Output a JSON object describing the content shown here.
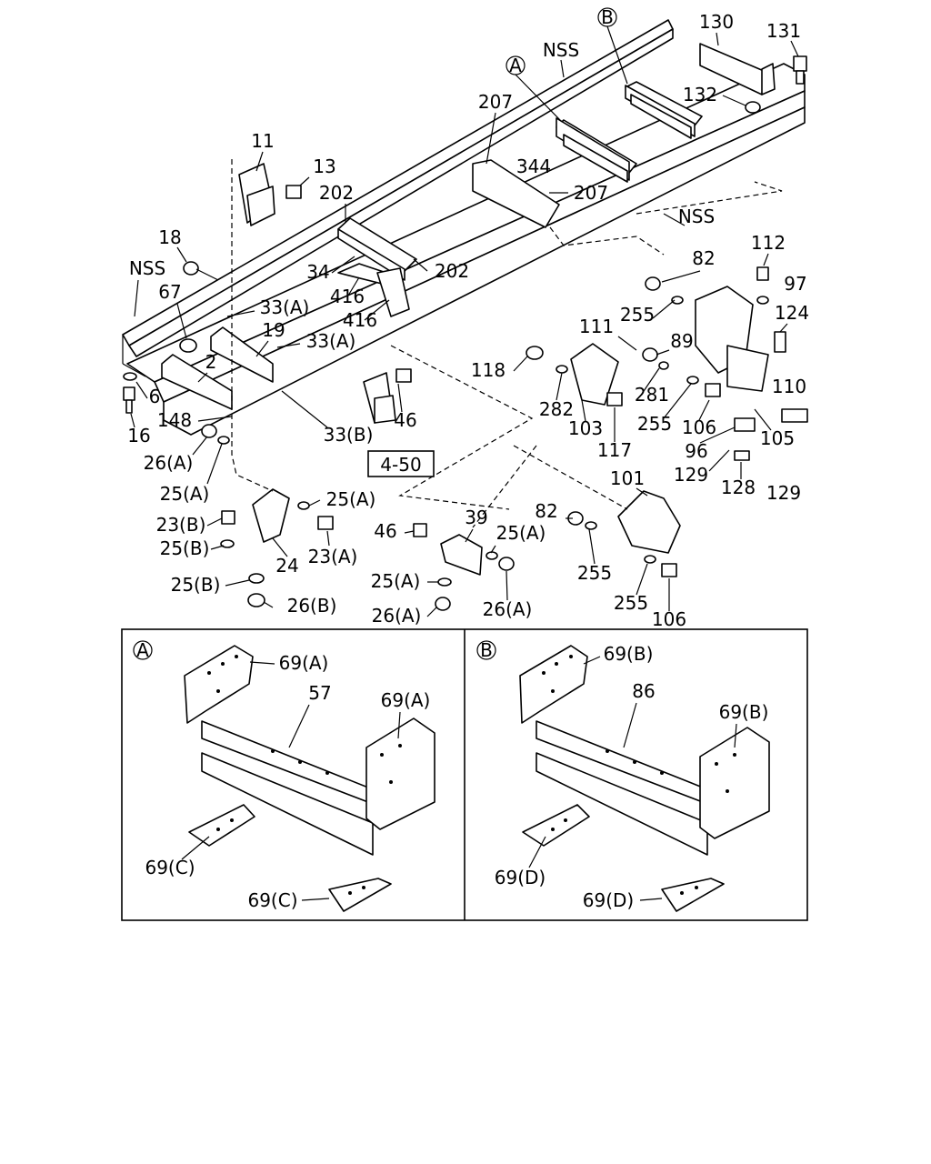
{
  "main_labels": [
    "B",
    "130",
    "131",
    "A",
    "NSS",
    "132",
    "207",
    "344",
    "207",
    "11",
    "13",
    "202",
    "NSS",
    "18",
    "202",
    "34",
    "112",
    "NSS",
    "416",
    "82",
    "97",
    "67",
    "416",
    "255",
    "124",
    "33(A)",
    "19",
    "33(A)",
    "111",
    "89",
    "118",
    "110",
    "2",
    "281",
    "6",
    "282",
    "103",
    "255",
    "106",
    "105",
    "16",
    "148",
    "46",
    "33(B)",
    "117",
    "96",
    "26(A)",
    "129",
    "128",
    "129",
    "25(A)",
    "101",
    "25(A)",
    "23(B)",
    "39",
    "82",
    "46",
    "25(A)",
    "25(B)",
    "23(A)",
    "24",
    "255",
    "25(B)",
    "25(A)",
    "255",
    "26(B)",
    "26(A)",
    "26(A)",
    "106"
  ],
  "reference_box": "4-50",
  "inset_a": {
    "marker": "A",
    "labels": [
      "69(A)",
      "57",
      "69(A)",
      "69(C)",
      "69(C)"
    ]
  },
  "inset_b": {
    "marker": "B",
    "labels": [
      "69(B)",
      "86",
      "69(B)",
      "69(D)",
      "69(D)"
    ]
  }
}
